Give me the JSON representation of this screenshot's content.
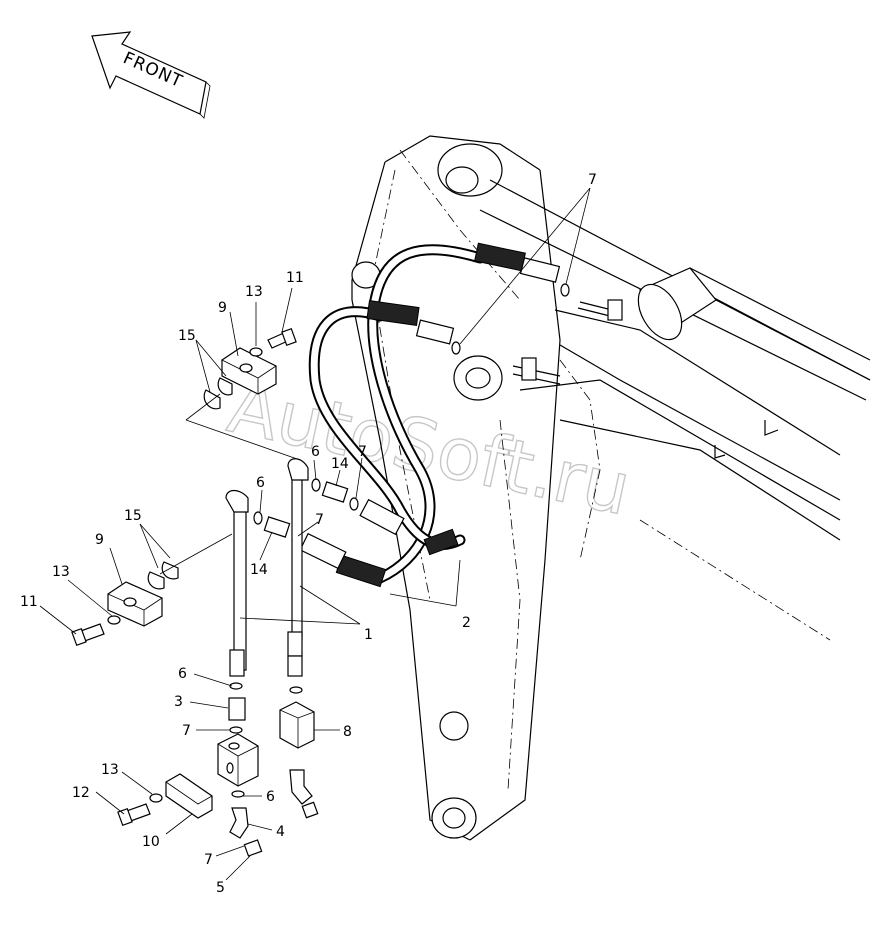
{
  "direction_label": "FRONT",
  "watermark": "AutoSoft.ru",
  "callouts": [
    {
      "id": "c-7-top",
      "label": "7"
    },
    {
      "id": "c-11-top",
      "label": "11"
    },
    {
      "id": "c-13-top",
      "label": "13"
    },
    {
      "id": "c-9-top",
      "label": "9"
    },
    {
      "id": "c-15-top",
      "label": "15"
    },
    {
      "id": "c-6-mid",
      "label": "6"
    },
    {
      "id": "c-14-mid",
      "label": "14"
    },
    {
      "id": "c-7-mid",
      "label": "7"
    },
    {
      "id": "c-6-left",
      "label": "6"
    },
    {
      "id": "c-7-left",
      "label": "7"
    },
    {
      "id": "c-14-left",
      "label": "14"
    },
    {
      "id": "c-15-left",
      "label": "15"
    },
    {
      "id": "c-9-left",
      "label": "9"
    },
    {
      "id": "c-13-left",
      "label": "13"
    },
    {
      "id": "c-11-left",
      "label": "11"
    },
    {
      "id": "c-1",
      "label": "1"
    },
    {
      "id": "c-2",
      "label": "2"
    },
    {
      "id": "c-6-low",
      "label": "6"
    },
    {
      "id": "c-3",
      "label": "3"
    },
    {
      "id": "c-7-low",
      "label": "7"
    },
    {
      "id": "c-8",
      "label": "8"
    },
    {
      "id": "c-13-bottom",
      "label": "13"
    },
    {
      "id": "c-12",
      "label": "12"
    },
    {
      "id": "c-6-bottom",
      "label": "6"
    },
    {
      "id": "c-4",
      "label": "4"
    },
    {
      "id": "c-10",
      "label": "10"
    },
    {
      "id": "c-7-bottom",
      "label": "7"
    },
    {
      "id": "c-5",
      "label": "5"
    }
  ]
}
